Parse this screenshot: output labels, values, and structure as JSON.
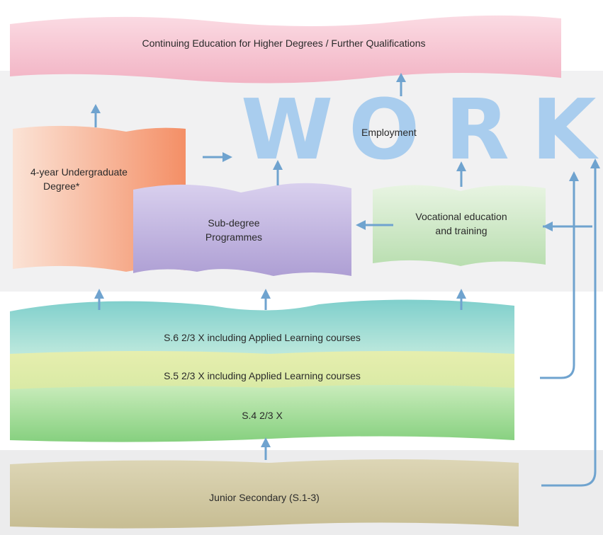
{
  "diagram": {
    "top_box": "Continuing Education for Higher Degrees / Further Qualifications",
    "work_word": [
      "W",
      "O",
      "R",
      "K"
    ],
    "employment": "Employment",
    "undergrad": {
      "line1": "4-year Undergraduate",
      "line2": "Degree*"
    },
    "subdegree": {
      "line1": "Sub-degree",
      "line2": "Programmes"
    },
    "vocational": {
      "line1": "Vocational education",
      "line2": "and training"
    },
    "s6": "S.6 2/3 X including Applied Learning courses",
    "s5": "S.5 2/3 X including Applied Learning courses",
    "s4": "S.4 2/3 X",
    "junior": "Junior Secondary (S.1-3)"
  },
  "colors": {
    "pink": "#f6c3d0",
    "orange": "#f6a27a",
    "purple": "#bdb1dc",
    "green_light": "#cde6c4",
    "teal": "#8fd3cf",
    "yellow_green": "#e3ecaa",
    "green": "#9fdb97",
    "tan": "#d3cba7",
    "arrow": "#6fa3cf",
    "work": "#a9cdee"
  }
}
